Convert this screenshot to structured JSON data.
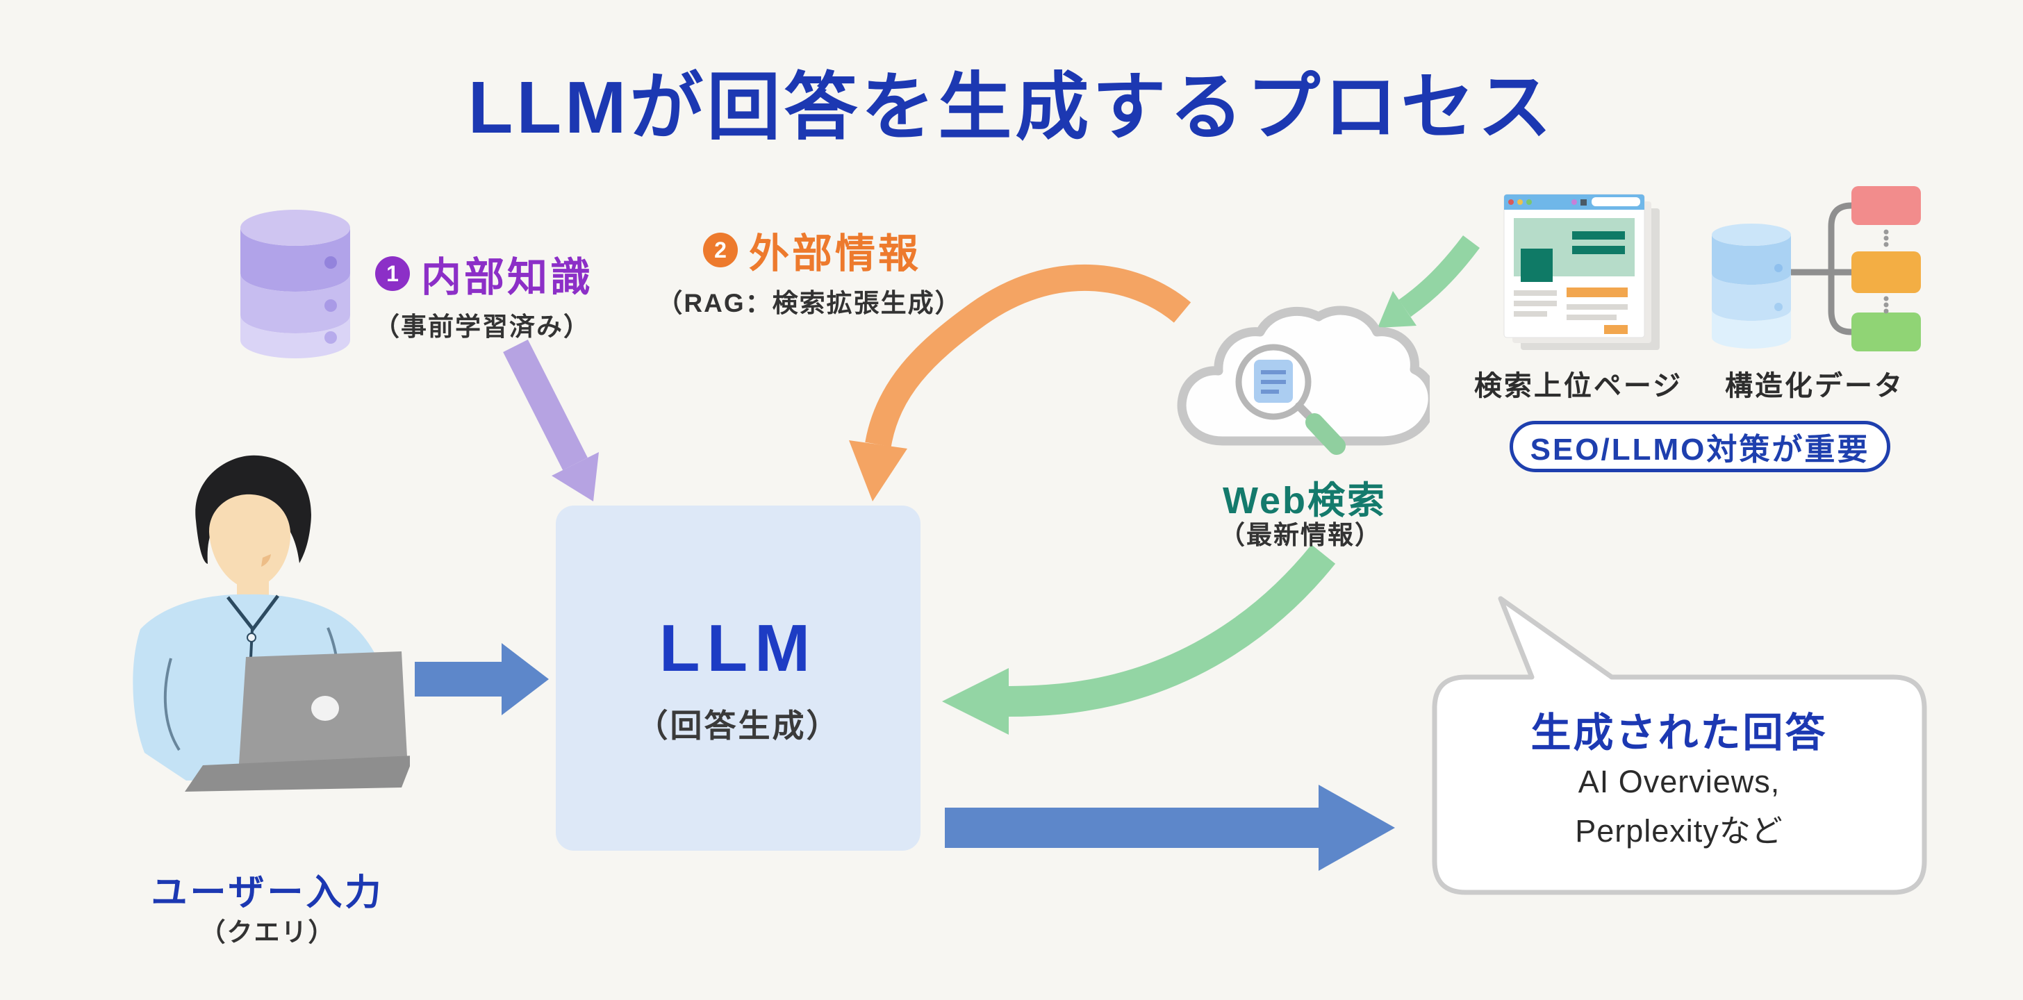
{
  "title": "LLMが回答を生成するプロセス",
  "internal": {
    "num": "1",
    "label": "内部知識",
    "sub": "（事前学習済み）"
  },
  "external": {
    "num": "2",
    "label": "外部情報",
    "sub": "（RAG：検索拡張生成）"
  },
  "web_search": {
    "label": "Web検索",
    "sub": "（最新情報）"
  },
  "sources": {
    "top_pages_caption": "検索上位ページ",
    "structured_caption": "構造化データ",
    "seo_note": "SEO/LLMO対策が重要"
  },
  "user": {
    "label": "ユーザー入力",
    "sub": "（クエリ）"
  },
  "llm": {
    "label": "LLM",
    "sub": "（回答生成）"
  },
  "answer": {
    "title": "生成された回答",
    "line1": "AI Overviews,",
    "line2": "Perplexityなど"
  },
  "icons": {
    "internal_knowledge": "database-icon",
    "web_search": "cloud-search-icon",
    "top_pages": "browser-window-icon",
    "structured_data": "structured-data-icon",
    "user": "person-laptop-icon"
  },
  "colors": {
    "background": "#f7f6f2",
    "title_blue": "#1c38b2",
    "purple": "#8c2fc7",
    "purple_arrow": "#b6a3e2",
    "orange": "#ed7a2d",
    "orange_arrow": "#f4a463",
    "teal": "#147a6c",
    "green_arrow": "#93d5a4",
    "blue_arrow": "#5d87ca",
    "llm_box_bg": "#dde8f7",
    "bubble_border": "#cbcbcb",
    "seo_blue": "#1e3fae",
    "dark_text": "#333333"
  }
}
